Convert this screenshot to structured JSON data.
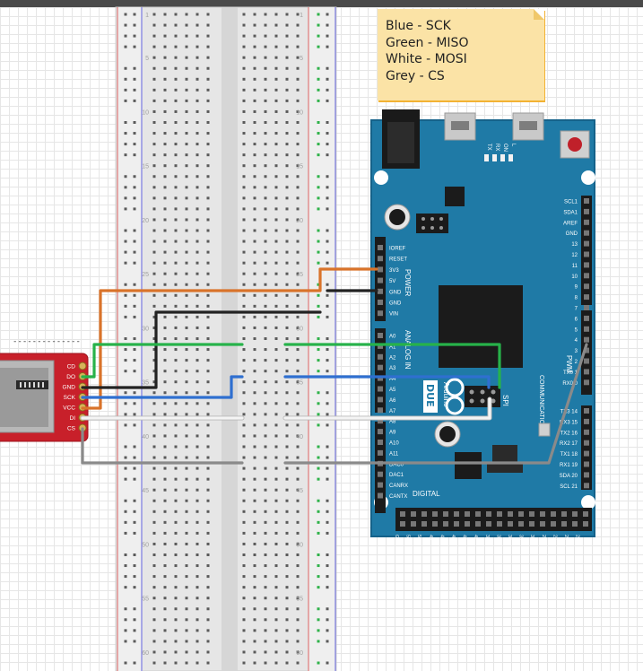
{
  "note": {
    "lines": [
      "Blue - SCK",
      "Green - MISO",
      "White - MOSI",
      "Grey - CS"
    ]
  },
  "sd_module": {
    "title_mark": "--------------",
    "pins": [
      "CD",
      "DO",
      "GND",
      "SCK",
      "VCC",
      "DI",
      "CS"
    ]
  },
  "breadboard": {
    "row_numbers": [
      "1",
      "5",
      "10",
      "15",
      "20",
      "25",
      "30",
      "35",
      "40",
      "45",
      "50",
      "55",
      "60"
    ]
  },
  "arduino": {
    "name": "DUE",
    "brand": "Arduino",
    "power_pins": [
      "IOREF",
      "RESET",
      "3V3",
      "5V",
      "GND",
      "GND",
      "VIN"
    ],
    "power_label": "POWER",
    "analog_pins": [
      "A0",
      "A1",
      "A2",
      "A3",
      "A4",
      "A5",
      "A6",
      "A7",
      "A8",
      "A9",
      "A10",
      "A11",
      "DAC0",
      "DAC1",
      "CANRX",
      "CANTX"
    ],
    "analog_label": "ANALOG IN",
    "right_pins": [
      "SCL1",
      "SDA1",
      "AREF",
      "GND",
      "13",
      "12",
      "11",
      "10",
      "9",
      "8",
      "7",
      "6",
      "5",
      "4",
      "3",
      "2",
      "TX0 1",
      "RX0 0"
    ],
    "comm_pins": [
      "TX3 14",
      "RX3 15",
      "TX2 16",
      "RX2 17",
      "TX1 18",
      "RX1 19",
      "SDA 20",
      "SCL 21"
    ],
    "comm_label": "COMMUNICATION",
    "pwm_label": "PWM",
    "spi_label": "SPI",
    "digital_label": "DIGITAL",
    "bottom_pins": [
      "GND",
      "53",
      "51",
      "49",
      "47",
      "45",
      "43",
      "41",
      "39",
      "37",
      "35",
      "33",
      "31",
      "29",
      "27",
      "25",
      "23"
    ],
    "led_labels": [
      "TX",
      "RX",
      "ON",
      "L"
    ]
  },
  "wires": {
    "colors": {
      "orange": "#d9732a",
      "black": "#222222",
      "green": "#27b24a",
      "blue": "#2f6fd0",
      "white": "#f4f4f4",
      "grey": "#8a8a8a"
    }
  },
  "colors": {
    "board_blue": "#1f7aa6",
    "sd_red": "#c8202a",
    "breadboard": "#e8e8e8"
  }
}
